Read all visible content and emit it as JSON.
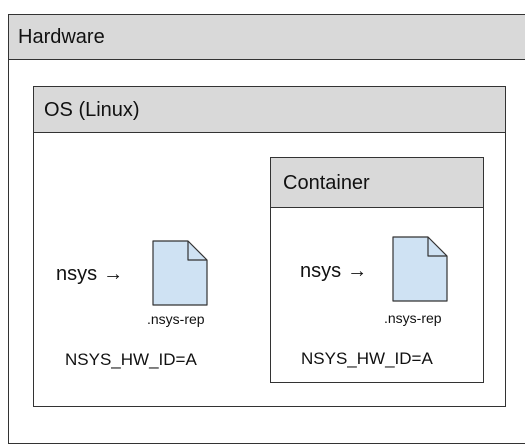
{
  "hardware": {
    "title": "Hardware"
  },
  "os": {
    "title": "OS (Linux)",
    "tool": "nsys",
    "arrow": "→",
    "file_ext": ".nsys-rep",
    "env": "NSYS_HW_ID=A"
  },
  "container": {
    "title": "Container",
    "tool": "nsys",
    "arrow": "→",
    "file_ext": ".nsys-rep",
    "env": "NSYS_HW_ID=A"
  },
  "colors": {
    "header_fill": "#d9d9d9",
    "border": "#333333",
    "file_fill": "#cfe2f3"
  },
  "icons": [
    "document-icon"
  ]
}
